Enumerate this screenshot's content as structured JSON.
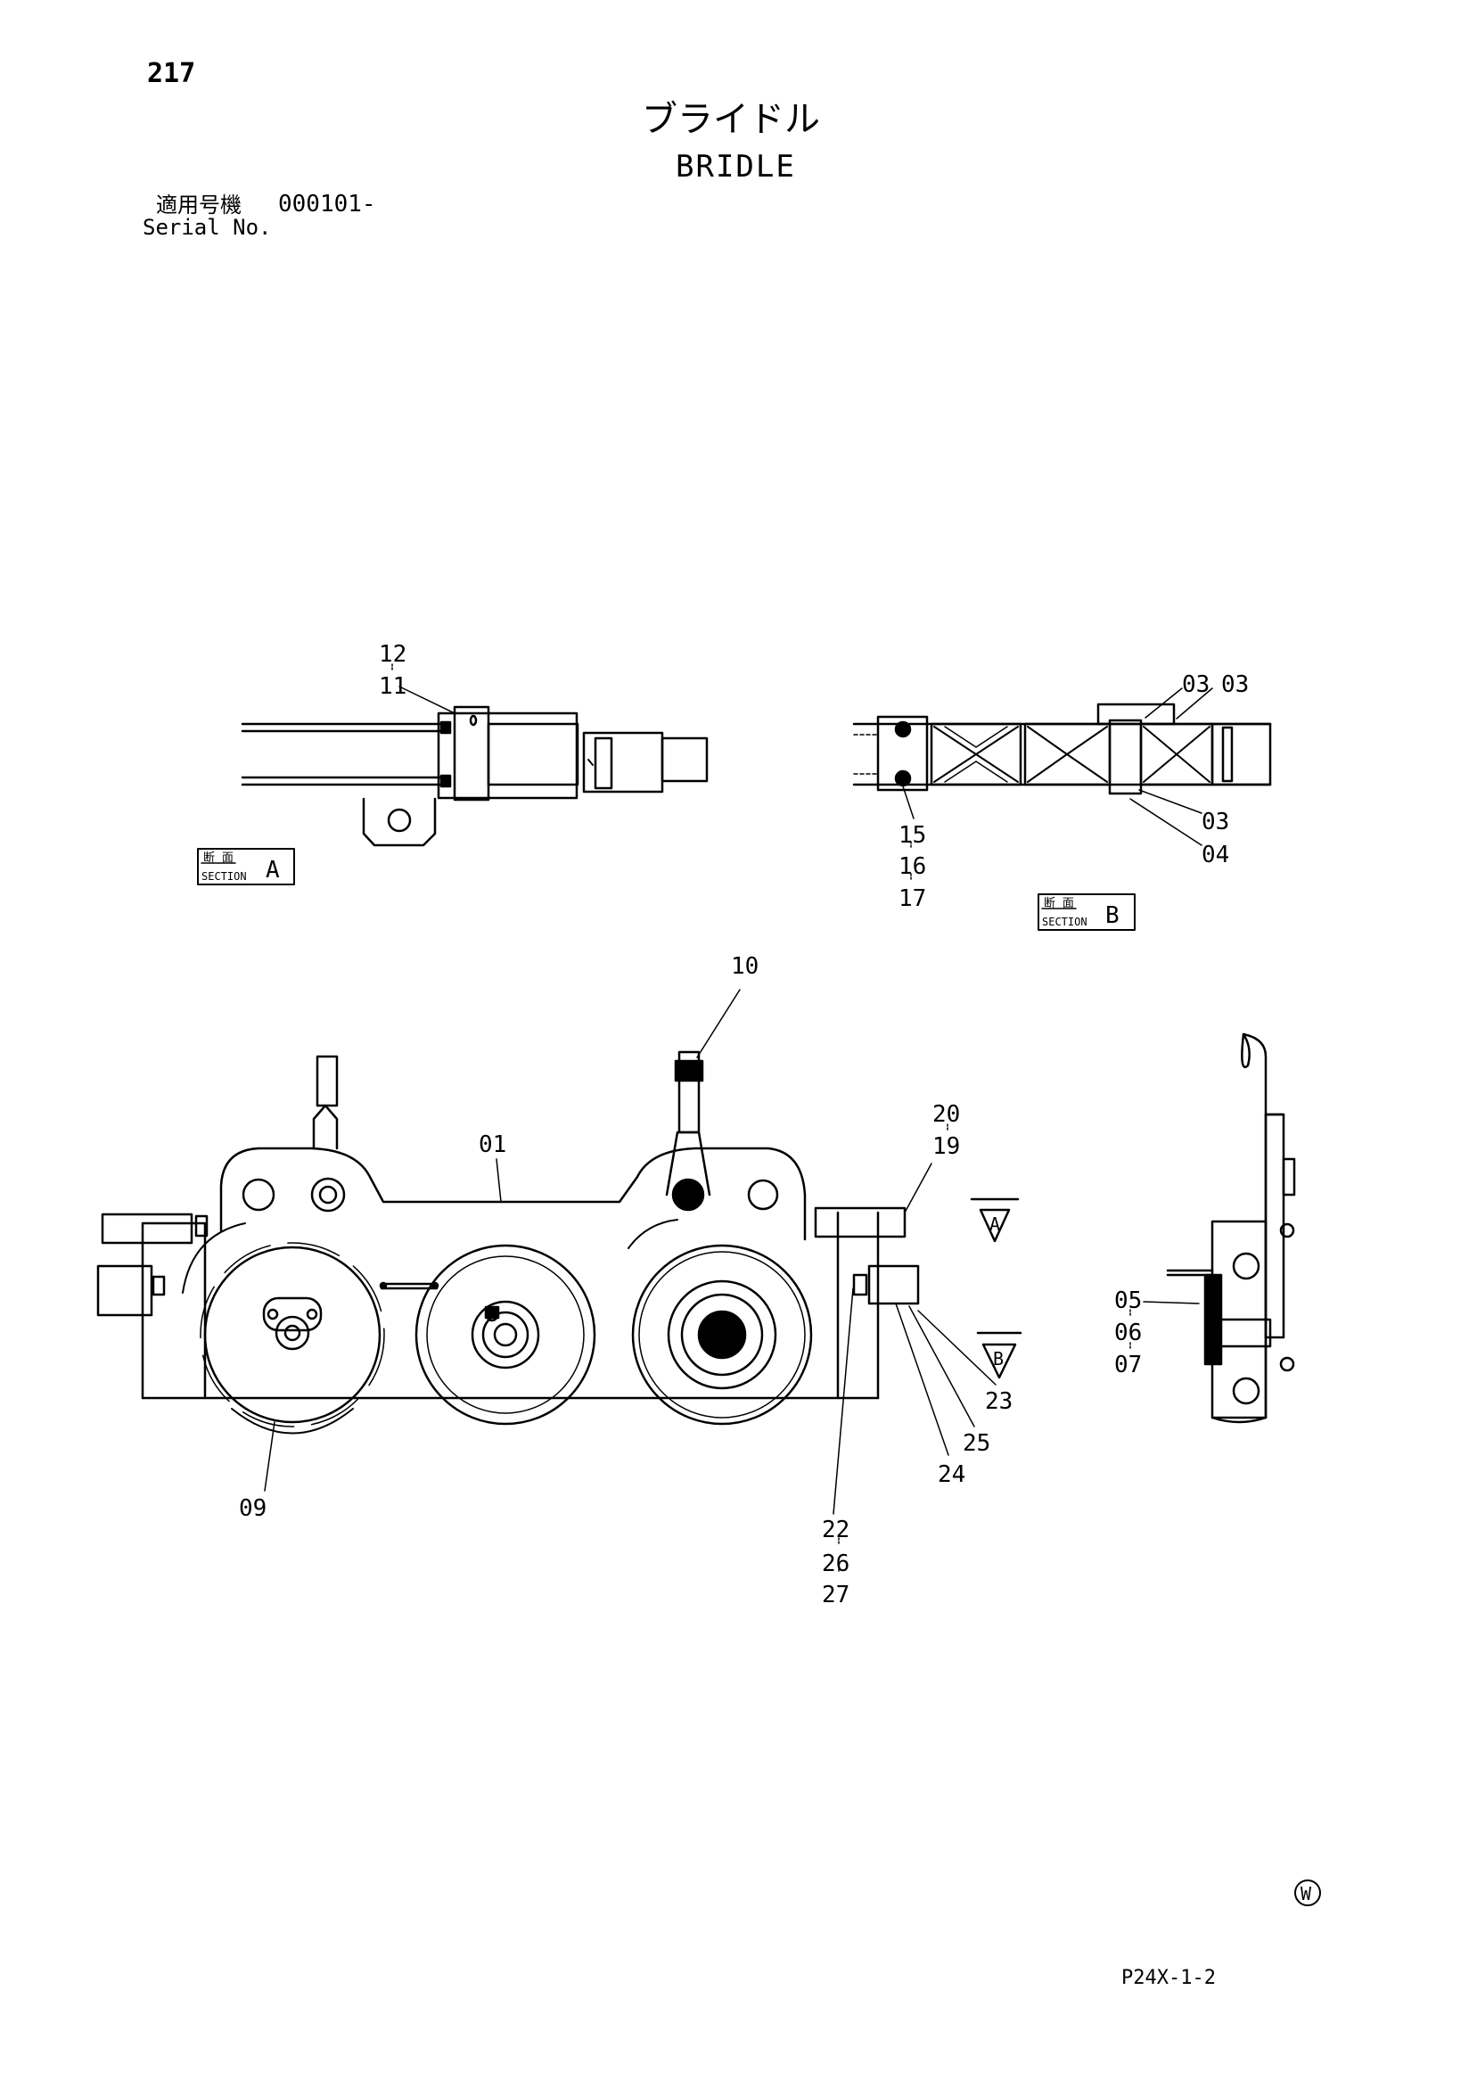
{
  "page_number": "217",
  "title_japanese": "ブライドル",
  "title_english": "BRIDLE",
  "serial": {
    "label_japanese": "適用号機",
    "value": "000101-",
    "label_english": "Serial No."
  },
  "sections": {
    "a": {
      "kanji": "断 面",
      "label": "SECTION",
      "letter": "A"
    },
    "b": {
      "kanji": "断 面",
      "label": "SECTION",
      "letter": "B"
    }
  },
  "view_markers": {
    "a": "A",
    "b": "B"
  },
  "callouts": {
    "c12": "12",
    "c11": "11",
    "c03a": "03",
    "c03b": "03",
    "c03c": "03",
    "c04": "04",
    "c15": "15",
    "c16": "16",
    "c17": "17",
    "c10": "10",
    "c01": "01",
    "c20": "20",
    "c19": "19",
    "c05": "05",
    "c06": "06",
    "c07": "07",
    "c09": "09",
    "c23": "23",
    "c25": "25",
    "c24": "24",
    "c22": "22",
    "c26": "26",
    "c27": "27"
  },
  "watermark_symbol": "W",
  "drawing_code": "P24X-1-2"
}
